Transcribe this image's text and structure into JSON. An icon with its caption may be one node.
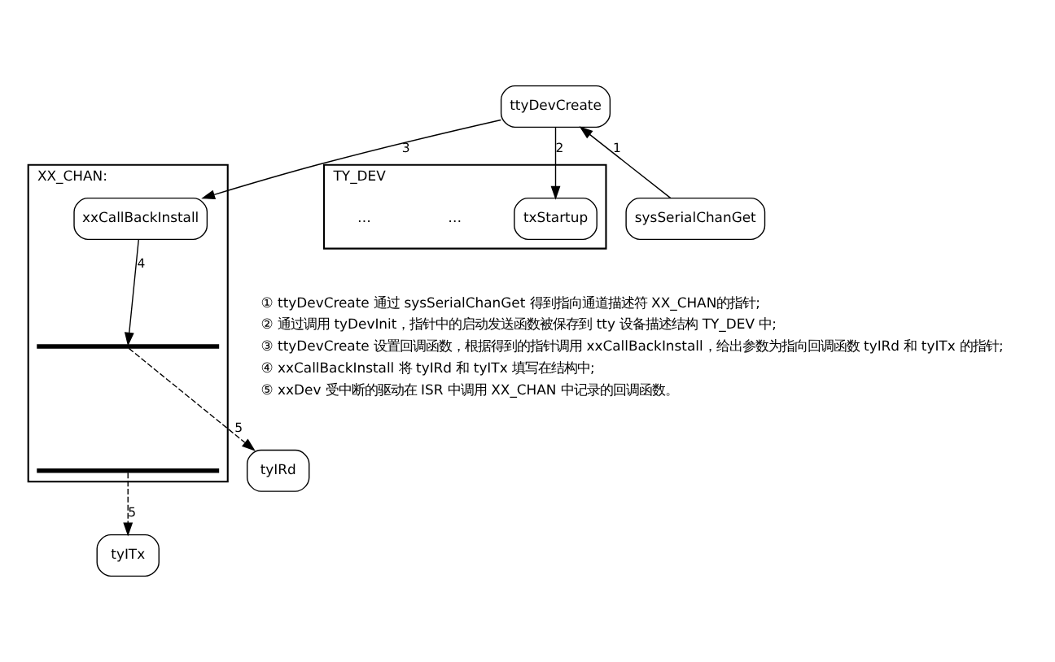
{
  "diagram": {
    "nodes": [
      {
        "text": [
          "ttyDevCreate"
        ]
      },
      {
        "text": [
          "XX_CHAN:"
        ]
      },
      {
        "text": [
          "xxCallBackInstall"
        ],
        "in": 1
      },
      {
        "text": [],
        "shape": "bar",
        "in": 1
      },
      {
        "text": [],
        "shape": "bar",
        "in": 1
      },
      {
        "text": [
          "tyIRd"
        ]
      },
      {
        "text": [
          "tyITx"
        ]
      },
      {
        "text": [
          "TY_DEV"
        ]
      },
      {
        "text": [
          "txStartup"
        ],
        "in": 7
      },
      {
        "text": [
          "sysSerialChanGet"
        ]
      }
    ],
    "edges": [
      {
        "from": 9,
        "to": 0,
        "arrow": "to",
        "label": "1"
      },
      {
        "from": 0,
        "to": 8,
        "arrow": "to",
        "label": "2"
      },
      {
        "from": 0,
        "to": 2,
        "arrow": "to",
        "label": "3"
      },
      {
        "from": 2,
        "to": 3,
        "arrow": "to",
        "label": "4"
      },
      {
        "from": 3,
        "to": 5,
        "arrow": "to",
        "label": "5",
        "style": "dashed"
      },
      {
        "from": 4,
        "to": 6,
        "arrow": "to",
        "label": "5",
        "style": "dashed"
      }
    ],
    "labels": [
      "…",
      "…",
      "① ttyDevCreate 通过 sysSerialChanGet 得到指向通道描述符 XX_CHAN的指针;",
      "② 通过调用 tyDevInit，指针中的启动发送函数被保存到 tty 设备描述结构 TY_DEV 中;",
      "③ ttyDevCreate 设置回调函数，根据得到的指针调用 xxCallBackInstall，给出参数为指向回调函数 tyIRd 和 tyITx 的指针;",
      "④ xxCallBackInstall 将 tyIRd 和 tyITx 填写在结构中;",
      "⑤ xxDev 受中断的驱动在 ISR 中调用 XX_CHAN 中记录的回调函数。"
    ]
  }
}
